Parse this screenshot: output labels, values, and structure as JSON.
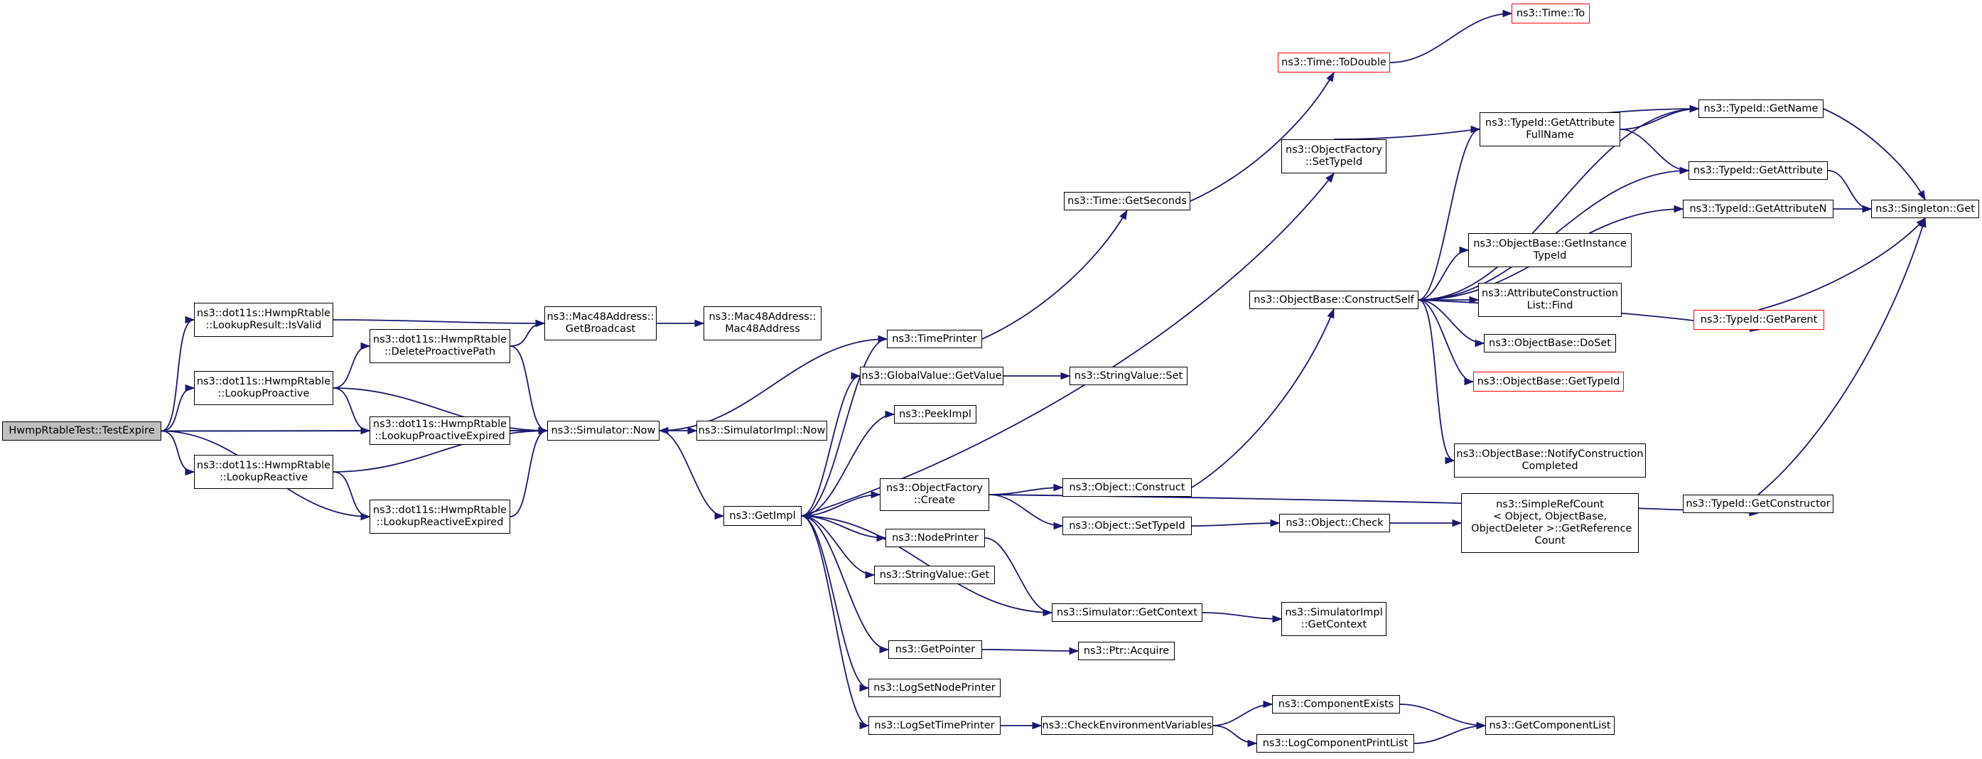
{
  "graph": {
    "root_fill": "#bfbfbf",
    "edge_color": "#191970",
    "node_border_color": "#000000",
    "external_border_color": "#ff0000",
    "nodes": {
      "testexpire": "HwmpRtableTest::TestExpire",
      "isvalid": "ns3::dot11s::HwmpRtable\n::LookupResult::IsValid",
      "lookupproactive": "ns3::dot11s::HwmpRtable\n::LookupProactive",
      "lookupreactive": "ns3::dot11s::HwmpRtable\n::LookupReactive",
      "deleteproactive": "ns3::dot11s::HwmpRtable\n::DeleteProactivePath",
      "lookupproactiveexp": "ns3::dot11s::HwmpRtable\n::LookupProactiveExpired",
      "lookupreactiveexp": "ns3::dot11s::HwmpRtable\n::LookupReactiveExpired",
      "getbroadcast": "ns3::Mac48Address::\nGetBroadcast",
      "mac48": "ns3::Mac48Address::\nMac48Address",
      "simnow": "ns3::Simulator::Now",
      "simimplnow": "ns3::SimulatorImpl::Now",
      "getimpl": "ns3::GetImpl",
      "timeprinter": "ns3::TimePrinter",
      "globalget": "ns3::GlobalValue::GetValue",
      "peekimpl": "ns3::PeekImpl",
      "ofcreate": "ns3::ObjectFactory\n::Create",
      "nodeprinter": "ns3::NodePrinter",
      "stringget": "ns3::StringValue::Get",
      "getpointer": "ns3::GetPointer",
      "logsetnode": "ns3::LogSetNodePrinter",
      "logsettime": "ns3::LogSetTimePrinter",
      "getseconds": "ns3::Time::GetSeconds",
      "stringset": "ns3::StringValue::Set",
      "objconstruct": "ns3::Object::Construct",
      "objsettypeid": "ns3::Object::SetTypeId",
      "simgetctx": "ns3::Simulator::GetContext",
      "ptracquire": "ns3::Ptr::Acquire",
      "checkenv": "ns3::CheckEnvironmentVariables",
      "todouble": "ns3::Time::ToDouble",
      "timeto": "ns3::Time::To",
      "ofsettypeid": "ns3::ObjectFactory\n::SetTypeId",
      "constructself": "ns3::ObjectBase::ConstructSelf",
      "objcheck": "ns3::Object::Check",
      "simimplctx": "ns3::SimulatorImpl\n::GetContext",
      "compexists": "ns3::ComponentExists",
      "logcompprint": "ns3::LogComponentPrintList",
      "getattrfull": "ns3::TypeId::GetAttribute\nFullName",
      "getinstance": "ns3::ObjectBase::GetInstance\nTypeId",
      "attrfind": "ns3::AttributeConstruction\nList::Find",
      "doset": "ns3::ObjectBase::DoSet",
      "obgettypeid": "ns3::ObjectBase::GetTypeId",
      "notifyconst": "ns3::ObjectBase::NotifyConstruction\nCompleted",
      "refcount": "ns3::SimpleRefCount\n< Object, ObjectBase,\n ObjectDeleter >::GetReference\nCount",
      "getcomplist": "ns3::GetComponentList",
      "tidgetname": "ns3::TypeId::GetName",
      "tidgetattr": "ns3::TypeId::GetAttribute",
      "tidgetattrn": "ns3::TypeId::GetAttributeN",
      "tidgetparent": "ns3::TypeId::GetParent",
      "tidgetctor": "ns3::TypeId::GetConstructor",
      "singleton": "ns3::Singleton::Get"
    }
  }
}
